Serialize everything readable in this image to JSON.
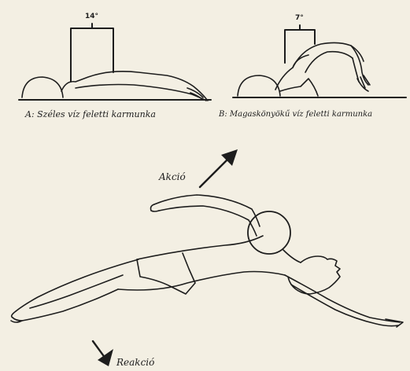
{
  "figure": {
    "angle_a": "14°",
    "angle_b": "7°",
    "caption_a": "A: Széles víz feletti karmunka",
    "caption_b": "B: Magaskönyökű víz feletti karmunka",
    "action_label": "Akció",
    "reaction_label": "Reakció"
  },
  "colors": {
    "paper": "#f3efe3",
    "ink": "#1d1d1d"
  }
}
